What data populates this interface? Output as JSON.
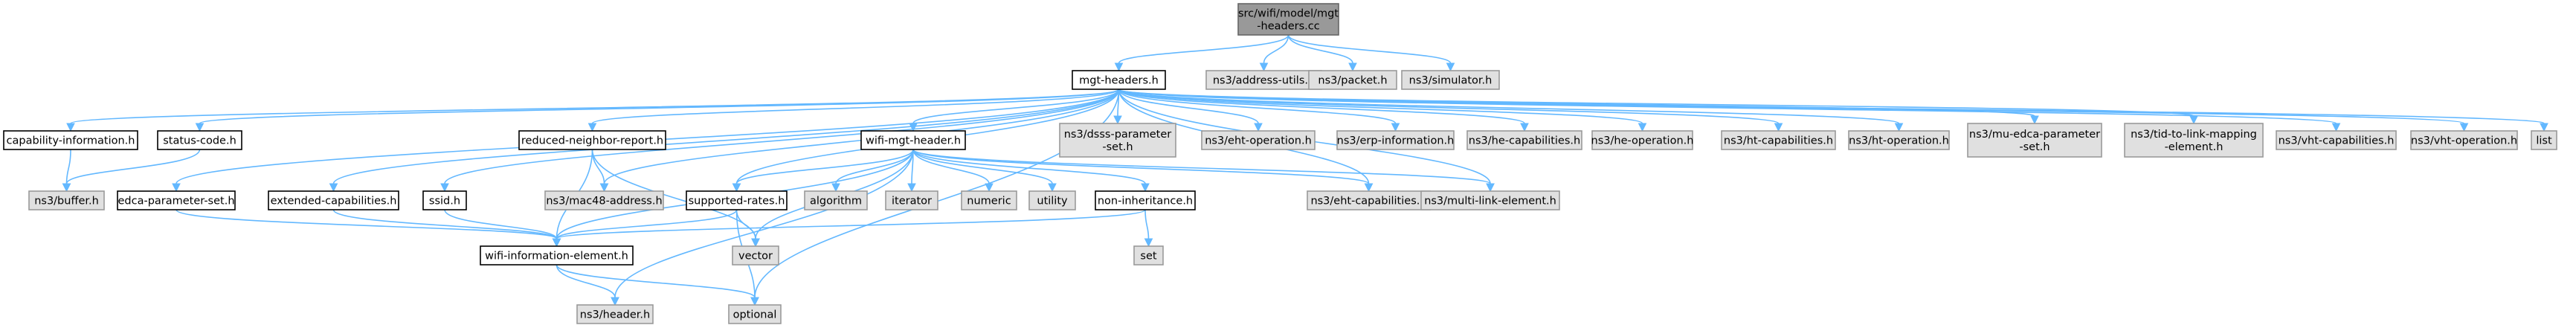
{
  "colors": {
    "edge": "#63b8ff",
    "root_fill": "#999999",
    "root_stroke": "#666666",
    "internal_fill": "#ffffff",
    "internal_stroke": "#000000",
    "external_fill": "#e0e0e0",
    "external_stroke": "#999999"
  },
  "nodes": [
    {
      "id": "root",
      "lines": [
        "src/wifi/model/mgt",
        "-headers.cc"
      ],
      "kind": "root"
    },
    {
      "id": "mgt",
      "lines": [
        "mgt-headers.h"
      ],
      "kind": "internal"
    },
    {
      "id": "addrutils",
      "lines": [
        "ns3/address-utils.h"
      ],
      "kind": "external"
    },
    {
      "id": "packet",
      "lines": [
        "ns3/packet.h"
      ],
      "kind": "external"
    },
    {
      "id": "simulator",
      "lines": [
        "ns3/simulator.h"
      ],
      "kind": "external"
    },
    {
      "id": "capinfo",
      "lines": [
        "capability-information.h"
      ],
      "kind": "internal"
    },
    {
      "id": "statuscode",
      "lines": [
        "status-code.h"
      ],
      "kind": "internal"
    },
    {
      "id": "reducedneighbor",
      "lines": [
        "reduced-neighbor-report.h"
      ],
      "kind": "internal"
    },
    {
      "id": "wifimgt",
      "lines": [
        "wifi-mgt-header.h"
      ],
      "kind": "internal"
    },
    {
      "id": "dsss",
      "lines": [
        "ns3/dsss-parameter",
        "-set.h"
      ],
      "kind": "external"
    },
    {
      "id": "ehtop",
      "lines": [
        "ns3/eht-operation.h"
      ],
      "kind": "external"
    },
    {
      "id": "erp",
      "lines": [
        "ns3/erp-information.h"
      ],
      "kind": "external"
    },
    {
      "id": "hecap",
      "lines": [
        "ns3/he-capabilities.h"
      ],
      "kind": "external"
    },
    {
      "id": "heop",
      "lines": [
        "ns3/he-operation.h"
      ],
      "kind": "external"
    },
    {
      "id": "htcap",
      "lines": [
        "ns3/ht-capabilities.h"
      ],
      "kind": "external"
    },
    {
      "id": "htop",
      "lines": [
        "ns3/ht-operation.h"
      ],
      "kind": "external"
    },
    {
      "id": "muedca",
      "lines": [
        "ns3/mu-edca-parameter",
        "-set.h"
      ],
      "kind": "external"
    },
    {
      "id": "tidlink",
      "lines": [
        "ns3/tid-to-link-mapping",
        "-element.h"
      ],
      "kind": "external"
    },
    {
      "id": "vhtcap",
      "lines": [
        "ns3/vht-capabilities.h"
      ],
      "kind": "external"
    },
    {
      "id": "vhtop",
      "lines": [
        "ns3/vht-operation.h"
      ],
      "kind": "external"
    },
    {
      "id": "list",
      "lines": [
        "list"
      ],
      "kind": "external"
    },
    {
      "id": "buffer",
      "lines": [
        "ns3/buffer.h"
      ],
      "kind": "external"
    },
    {
      "id": "edca",
      "lines": [
        "edca-parameter-set.h"
      ],
      "kind": "internal"
    },
    {
      "id": "extcap",
      "lines": [
        "extended-capabilities.h"
      ],
      "kind": "internal"
    },
    {
      "id": "ssid",
      "lines": [
        "ssid.h"
      ],
      "kind": "internal"
    },
    {
      "id": "mac48",
      "lines": [
        "ns3/mac48-address.h"
      ],
      "kind": "external"
    },
    {
      "id": "suprates",
      "lines": [
        "supported-rates.h"
      ],
      "kind": "internal"
    },
    {
      "id": "algorithm",
      "lines": [
        "algorithm"
      ],
      "kind": "external"
    },
    {
      "id": "iterator",
      "lines": [
        "iterator"
      ],
      "kind": "external"
    },
    {
      "id": "numeric",
      "lines": [
        "numeric"
      ],
      "kind": "external"
    },
    {
      "id": "utility",
      "lines": [
        "utility"
      ],
      "kind": "external"
    },
    {
      "id": "noninherit",
      "lines": [
        "non-inheritance.h"
      ],
      "kind": "internal"
    },
    {
      "id": "ehtcap",
      "lines": [
        "ns3/eht-capabilities.h"
      ],
      "kind": "external"
    },
    {
      "id": "multilink",
      "lines": [
        "ns3/multi-link-element.h"
      ],
      "kind": "external"
    },
    {
      "id": "wifiie",
      "lines": [
        "wifi-information-element.h"
      ],
      "kind": "internal"
    },
    {
      "id": "vector",
      "lines": [
        "vector"
      ],
      "kind": "external"
    },
    {
      "id": "set",
      "lines": [
        "set"
      ],
      "kind": "external"
    },
    {
      "id": "header",
      "lines": [
        "ns3/header.h"
      ],
      "kind": "external"
    },
    {
      "id": "optional",
      "lines": [
        "optional"
      ],
      "kind": "external"
    }
  ],
  "edges": [
    [
      "root",
      "mgt"
    ],
    [
      "root",
      "addrutils"
    ],
    [
      "root",
      "packet"
    ],
    [
      "root",
      "simulator"
    ],
    [
      "mgt",
      "capinfo"
    ],
    [
      "mgt",
      "statuscode"
    ],
    [
      "mgt",
      "edca"
    ],
    [
      "mgt",
      "extcap"
    ],
    [
      "mgt",
      "ssid"
    ],
    [
      "mgt",
      "reducedneighbor"
    ],
    [
      "mgt",
      "mac48"
    ],
    [
      "mgt",
      "suprates"
    ],
    [
      "mgt",
      "wifimgt"
    ],
    [
      "mgt",
      "dsss"
    ],
    [
      "mgt",
      "ehtop"
    ],
    [
      "mgt",
      "erp"
    ],
    [
      "mgt",
      "hecap"
    ],
    [
      "mgt",
      "heop"
    ],
    [
      "mgt",
      "htcap"
    ],
    [
      "mgt",
      "htop"
    ],
    [
      "mgt",
      "muedca"
    ],
    [
      "mgt",
      "tidlink"
    ],
    [
      "mgt",
      "vhtcap"
    ],
    [
      "mgt",
      "vhtop"
    ],
    [
      "mgt",
      "list"
    ],
    [
      "mgt",
      "ehtcap"
    ],
    [
      "mgt",
      "multilink"
    ],
    [
      "mgt",
      "optional"
    ],
    [
      "capinfo",
      "buffer"
    ],
    [
      "statuscode",
      "buffer"
    ],
    [
      "edca",
      "wifiie"
    ],
    [
      "extcap",
      "wifiie"
    ],
    [
      "ssid",
      "wifiie"
    ],
    [
      "reducedneighbor",
      "wifiie"
    ],
    [
      "reducedneighbor",
      "mac48"
    ],
    [
      "reducedneighbor",
      "vector"
    ],
    [
      "wifimgt",
      "suprates"
    ],
    [
      "wifimgt",
      "algorithm"
    ],
    [
      "wifimgt",
      "iterator"
    ],
    [
      "wifimgt",
      "numeric"
    ],
    [
      "wifimgt",
      "utility"
    ],
    [
      "wifimgt",
      "noninherit"
    ],
    [
      "wifimgt",
      "ehtcap"
    ],
    [
      "wifimgt",
      "multilink"
    ],
    [
      "wifimgt",
      "vector"
    ],
    [
      "wifimgt",
      "header"
    ],
    [
      "wifimgt",
      "wifiie"
    ],
    [
      "suprates",
      "wifiie"
    ],
    [
      "suprates",
      "vector"
    ],
    [
      "suprates",
      "optional"
    ],
    [
      "noninherit",
      "wifiie"
    ],
    [
      "noninherit",
      "set"
    ],
    [
      "wifiie",
      "header"
    ],
    [
      "wifiie",
      "optional"
    ]
  ]
}
